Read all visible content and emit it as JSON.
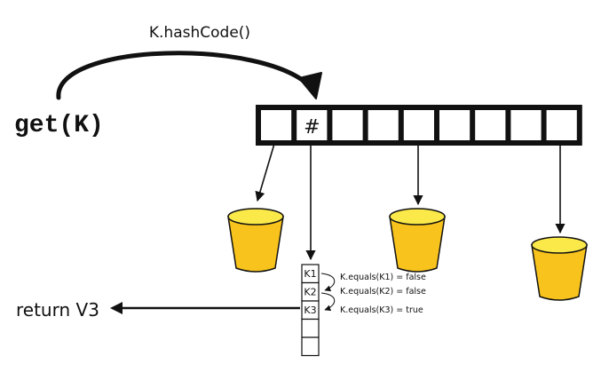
{
  "labels": {
    "hash_code": "K.hashCode()",
    "get_call": "get(K)",
    "return_value": "return V3"
  },
  "table": {
    "slot_count": 9,
    "hashed_slot_marker": "#"
  },
  "chain": {
    "keys": [
      "K1",
      "K2",
      "K3",
      "",
      ""
    ],
    "comparisons": [
      "K.equals(K1) = false",
      "K.equals(K2) = false",
      "K.equals(K3) = true"
    ]
  },
  "colors": {
    "bucket_fill": "#f7c31c",
    "bucket_top": "#fbe94a",
    "bucket_stroke": "#111111",
    "line": "#111111"
  }
}
